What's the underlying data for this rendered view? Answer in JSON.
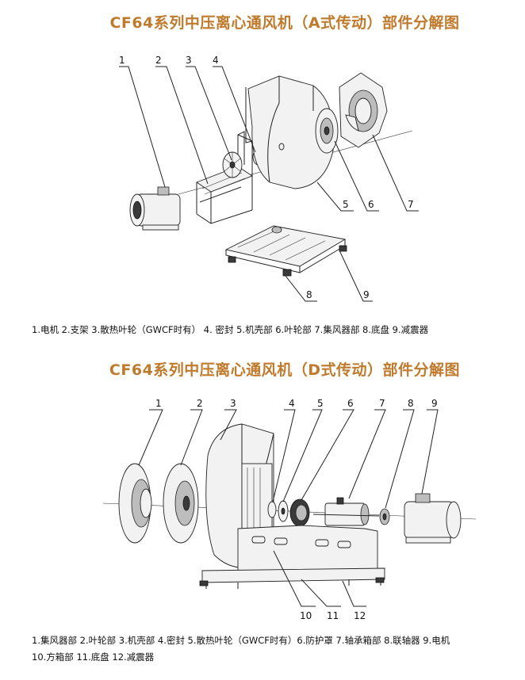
{
  "diagram_a": {
    "title": "CF64系列中压离心通风机（A式传动）部件分解图",
    "labels": [
      "1",
      "2",
      "3",
      "4",
      "5",
      "6",
      "7",
      "8",
      "9"
    ],
    "legend": "1.电机  2.支架  3.散热叶轮（GWCF时有） 4. 密封   5.机壳部   6.叶轮部   7.集风器部   8.底盘  9.减震器"
  },
  "diagram_d": {
    "title": "CF64系列中压离心通风机（D式传动）部件分解图",
    "labels": [
      "1",
      "2",
      "3",
      "4",
      "5",
      "6",
      "7",
      "8",
      "9",
      "10",
      "11",
      "12"
    ],
    "legend_line1": "1.集风器部  2.叶轮部  3.机壳部  4.密封  5.散热叶轮（GWCF时有）6.防护罩  7.轴承箱部  8.联轴器  9.电机",
    "legend_line2": "10.方箱部  11.底盘   12.减震器"
  }
}
